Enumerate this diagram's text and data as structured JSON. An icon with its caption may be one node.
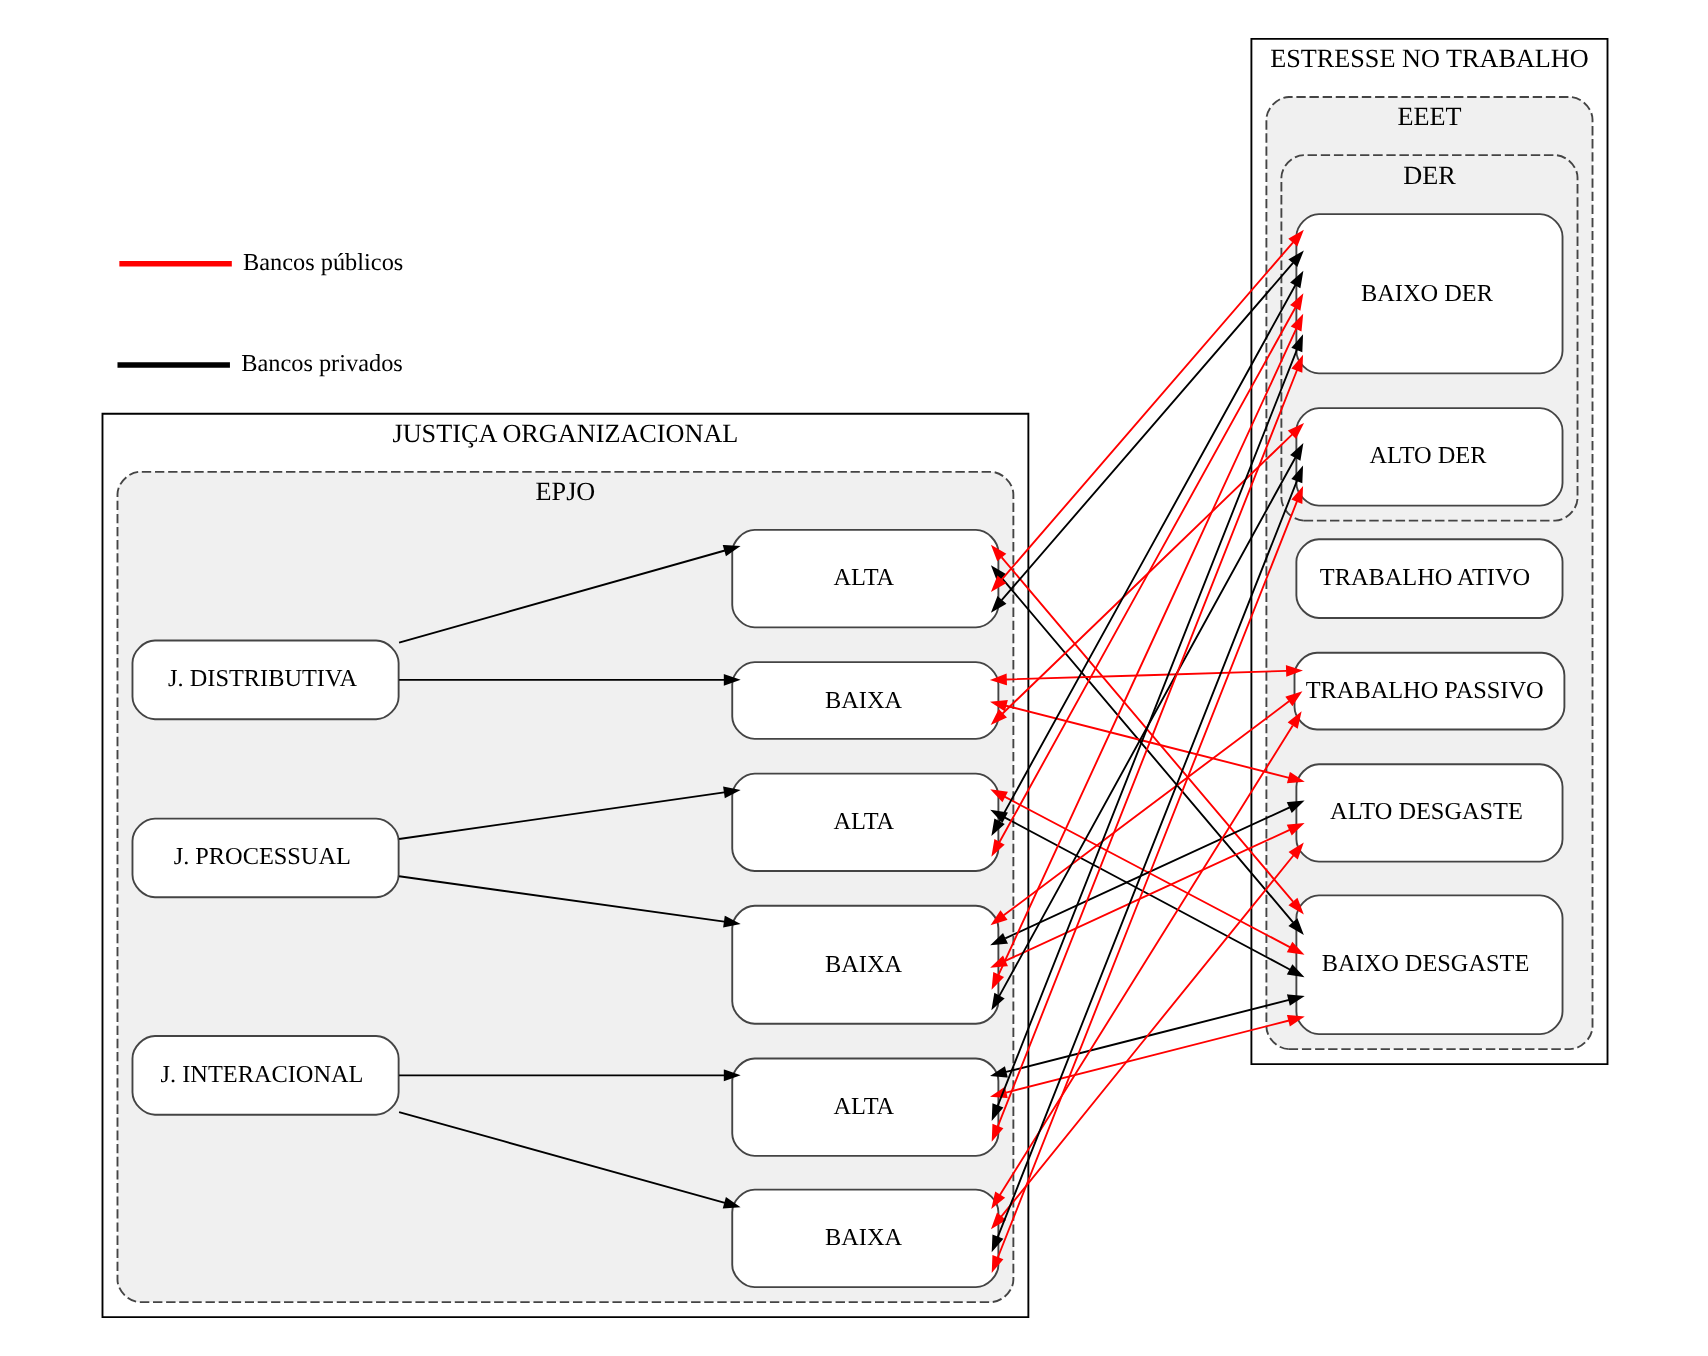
{
  "diagram": {
    "nodes": [
      {
        "text": [
          "JUSTIÇA ORGANIZACIONAL"
        ]
      },
      {
        "text": [
          "EPJO"
        ],
        "in": 0
      },
      {
        "text": [
          "ALTA"
        ],
        "in": 1
      },
      {
        "text": [
          "J. DISTRIBUTIVA"
        ],
        "in": 1
      },
      {
        "text": [
          "BAIXA"
        ],
        "in": 1
      },
      {
        "text": [
          "ALTA"
        ],
        "in": 1
      },
      {
        "text": [
          "J. PROCESSUAL"
        ],
        "in": 1
      },
      {
        "text": [
          "BAIXA"
        ],
        "in": 1
      },
      {
        "text": [
          "ALTA"
        ],
        "in": 1
      },
      {
        "text": [
          "J. INTERACIONAL"
        ],
        "in": 1
      },
      {
        "text": [
          "BAIXA"
        ],
        "in": 1
      },
      {
        "text": [
          "ESTRESSE NO TRABALHO"
        ]
      },
      {
        "text": [
          "EEET"
        ],
        "in": 11
      },
      {
        "text": [
          "TRABALHO ATIVO"
        ],
        "in": 12
      },
      {
        "text": [
          "TRABALHO PASSIVO"
        ],
        "in": 12
      },
      {
        "text": [
          "ALTO DESGASTE"
        ],
        "in": 12
      },
      {
        "text": [
          "BAIXO DESGASTE"
        ],
        "in": 12
      },
      {
        "text": [
          "DER"
        ],
        "in": 12
      },
      {
        "text": [
          "BAIXO DER"
        ],
        "in": 17
      },
      {
        "text": [
          "ALTO DER"
        ],
        "in": 17
      }
    ],
    "edges": [
      {
        "from": 3,
        "to": 2,
        "arrow": "to"
      },
      {
        "from": 3,
        "to": 4,
        "arrow": "to"
      },
      {
        "from": 6,
        "to": 5,
        "arrow": "to"
      },
      {
        "from": 6,
        "to": 7,
        "arrow": "to"
      },
      {
        "from": 9,
        "to": 8,
        "arrow": "to"
      },
      {
        "from": 9,
        "to": 10,
        "arrow": "to"
      },
      {
        "from": 2,
        "to": 16,
        "arrow": "both",
        "color": "#ff0000"
      },
      {
        "from": 2,
        "to": 16,
        "arrow": "both"
      },
      {
        "from": 2,
        "to": 18,
        "arrow": "both",
        "color": "#ff0000"
      },
      {
        "from": 2,
        "to": 18,
        "arrow": "both"
      },
      {
        "from": 4,
        "to": 14,
        "arrow": "both",
        "color": "#ff0000"
      },
      {
        "from": 4,
        "to": 15,
        "arrow": "both",
        "color": "#ff0000"
      },
      {
        "from": 4,
        "to": 19,
        "arrow": "both",
        "color": "#ff0000"
      },
      {
        "from": 5,
        "to": 16,
        "arrow": "both",
        "color": "#ff0000"
      },
      {
        "from": 5,
        "to": 16,
        "arrow": "both"
      },
      {
        "from": 5,
        "to": 18,
        "arrow": "both"
      },
      {
        "from": 5,
        "to": 18,
        "arrow": "both",
        "color": "#ff0000"
      },
      {
        "from": 7,
        "to": 14,
        "arrow": "both",
        "color": "#ff0000"
      },
      {
        "from": 7,
        "to": 15,
        "arrow": "both"
      },
      {
        "from": 7,
        "to": 15,
        "arrow": "both",
        "color": "#ff0000"
      },
      {
        "from": 7,
        "to": 18,
        "arrow": "both",
        "color": "#ff0000"
      },
      {
        "from": 7,
        "to": 19,
        "arrow": "both"
      },
      {
        "from": 8,
        "to": 16,
        "arrow": "both"
      },
      {
        "from": 8,
        "to": 16,
        "arrow": "both",
        "color": "#ff0000"
      },
      {
        "from": 8,
        "to": 18,
        "arrow": "both"
      },
      {
        "from": 8,
        "to": 18,
        "arrow": "both",
        "color": "#ff0000"
      },
      {
        "from": 10,
        "to": 14,
        "arrow": "both",
        "color": "#ff0000"
      },
      {
        "from": 10,
        "to": 15,
        "arrow": "both",
        "color": "#ff0000"
      },
      {
        "from": 10,
        "to": 19,
        "arrow": "both"
      },
      {
        "from": 10,
        "to": 19,
        "arrow": "both",
        "color": "#ff0000"
      }
    ],
    "legend": [
      {
        "text": "Bancos públicos",
        "color": "#ff0000"
      },
      {
        "text": "Bancos privados",
        "color": "#000000"
      }
    ]
  }
}
